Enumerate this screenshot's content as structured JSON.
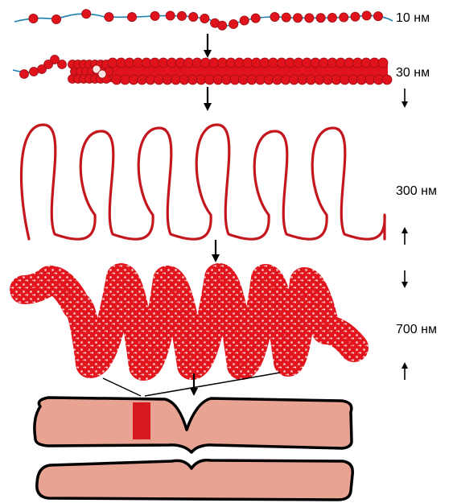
{
  "labels": {
    "level1": "10 нм",
    "level2": "30 нм",
    "level3": "300 нм",
    "level4": "700 нм"
  },
  "colors": {
    "nucleosome": "#e0121c",
    "fiber_outline": "#9a0f14",
    "dna_strand": "#1a7fae",
    "chromatin_loop": "#c3161d",
    "condensed": "#e2141c",
    "chromosome_fill": "#e9a393",
    "chromosome_outline": "#000000",
    "band": "#d71920",
    "arrow": "#000000"
  }
}
